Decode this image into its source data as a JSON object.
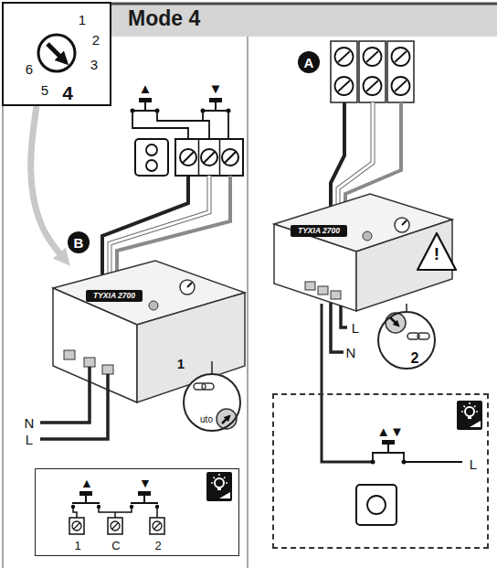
{
  "diagram": {
    "title": "Mode 4",
    "nodes": [
      {
        "text": [
          "1",
          "2",
          "3",
          "4",
          "5",
          "6"
        ]
      },
      {
        "text": [
          "B"
        ]
      },
      {
        "text": [
          "TYXIA 2700"
        ]
      },
      {
        "text": [
          "1",
          "uto"
        ]
      },
      {
        "text": [
          "▲",
          "▼",
          "1",
          "C",
          "2"
        ]
      },
      {
        "text": [
          "A"
        ]
      },
      {
        "text": [
          "TYXIA 2700"
        ]
      },
      {
        "text": [
          "!"
        ]
      },
      {
        "text": [
          "2"
        ]
      },
      {
        "text": [
          "▲▼",
          "L"
        ]
      }
    ],
    "edges": [
      {
        "from": 0,
        "to": 2,
        "arrow": "to"
      },
      {
        "from": 2,
        "to": 3,
        "arrow": "none"
      },
      {
        "from": 6,
        "to": 8,
        "arrow": "none"
      },
      {
        "from": 6,
        "to": 9,
        "arrow": "none"
      }
    ],
    "labels": [
      "▲",
      "▼",
      "N",
      "L",
      "L",
      "N"
    ]
  }
}
